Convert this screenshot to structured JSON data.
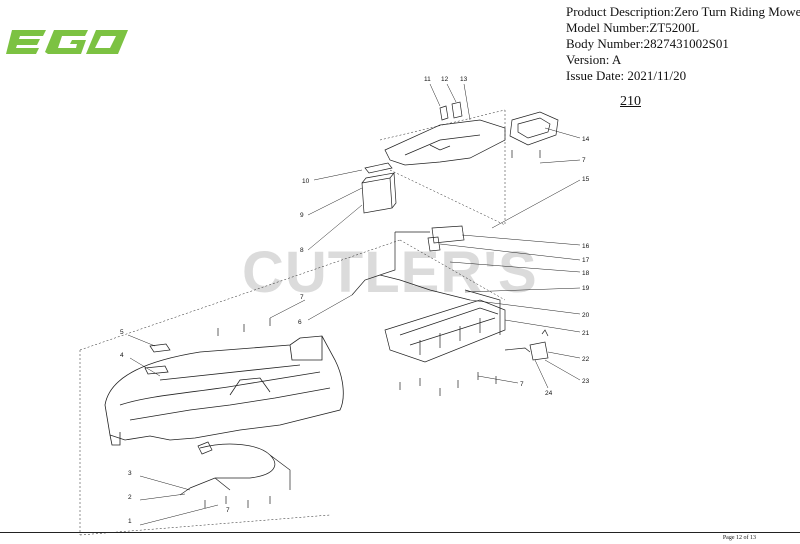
{
  "header": {
    "brand": "EGO",
    "product_description": "Product Description:Zero Turn Riding Mower",
    "model_number": "Model Number:ZT5200L",
    "body_number": "Body Number:2827431002S01",
    "version": "Version: A",
    "issue_date": "Issue Date: 2021/11/20"
  },
  "diagram": {
    "page_number": "210",
    "watermark": "CUTLER'S",
    "callouts": [
      "1",
      "2",
      "3",
      "4",
      "5",
      "6",
      "7",
      "7",
      "7",
      "7",
      "8",
      "9",
      "10",
      "11",
      "12",
      "13",
      "14",
      "15",
      "16",
      "17",
      "18",
      "19",
      "20",
      "21",
      "22",
      "23",
      "24"
    ]
  },
  "footer": {
    "page": "Page 12 of 13"
  },
  "colors": {
    "logo_green": "#7cc242",
    "line": "#222222",
    "watermark": "#cfcfcf"
  }
}
